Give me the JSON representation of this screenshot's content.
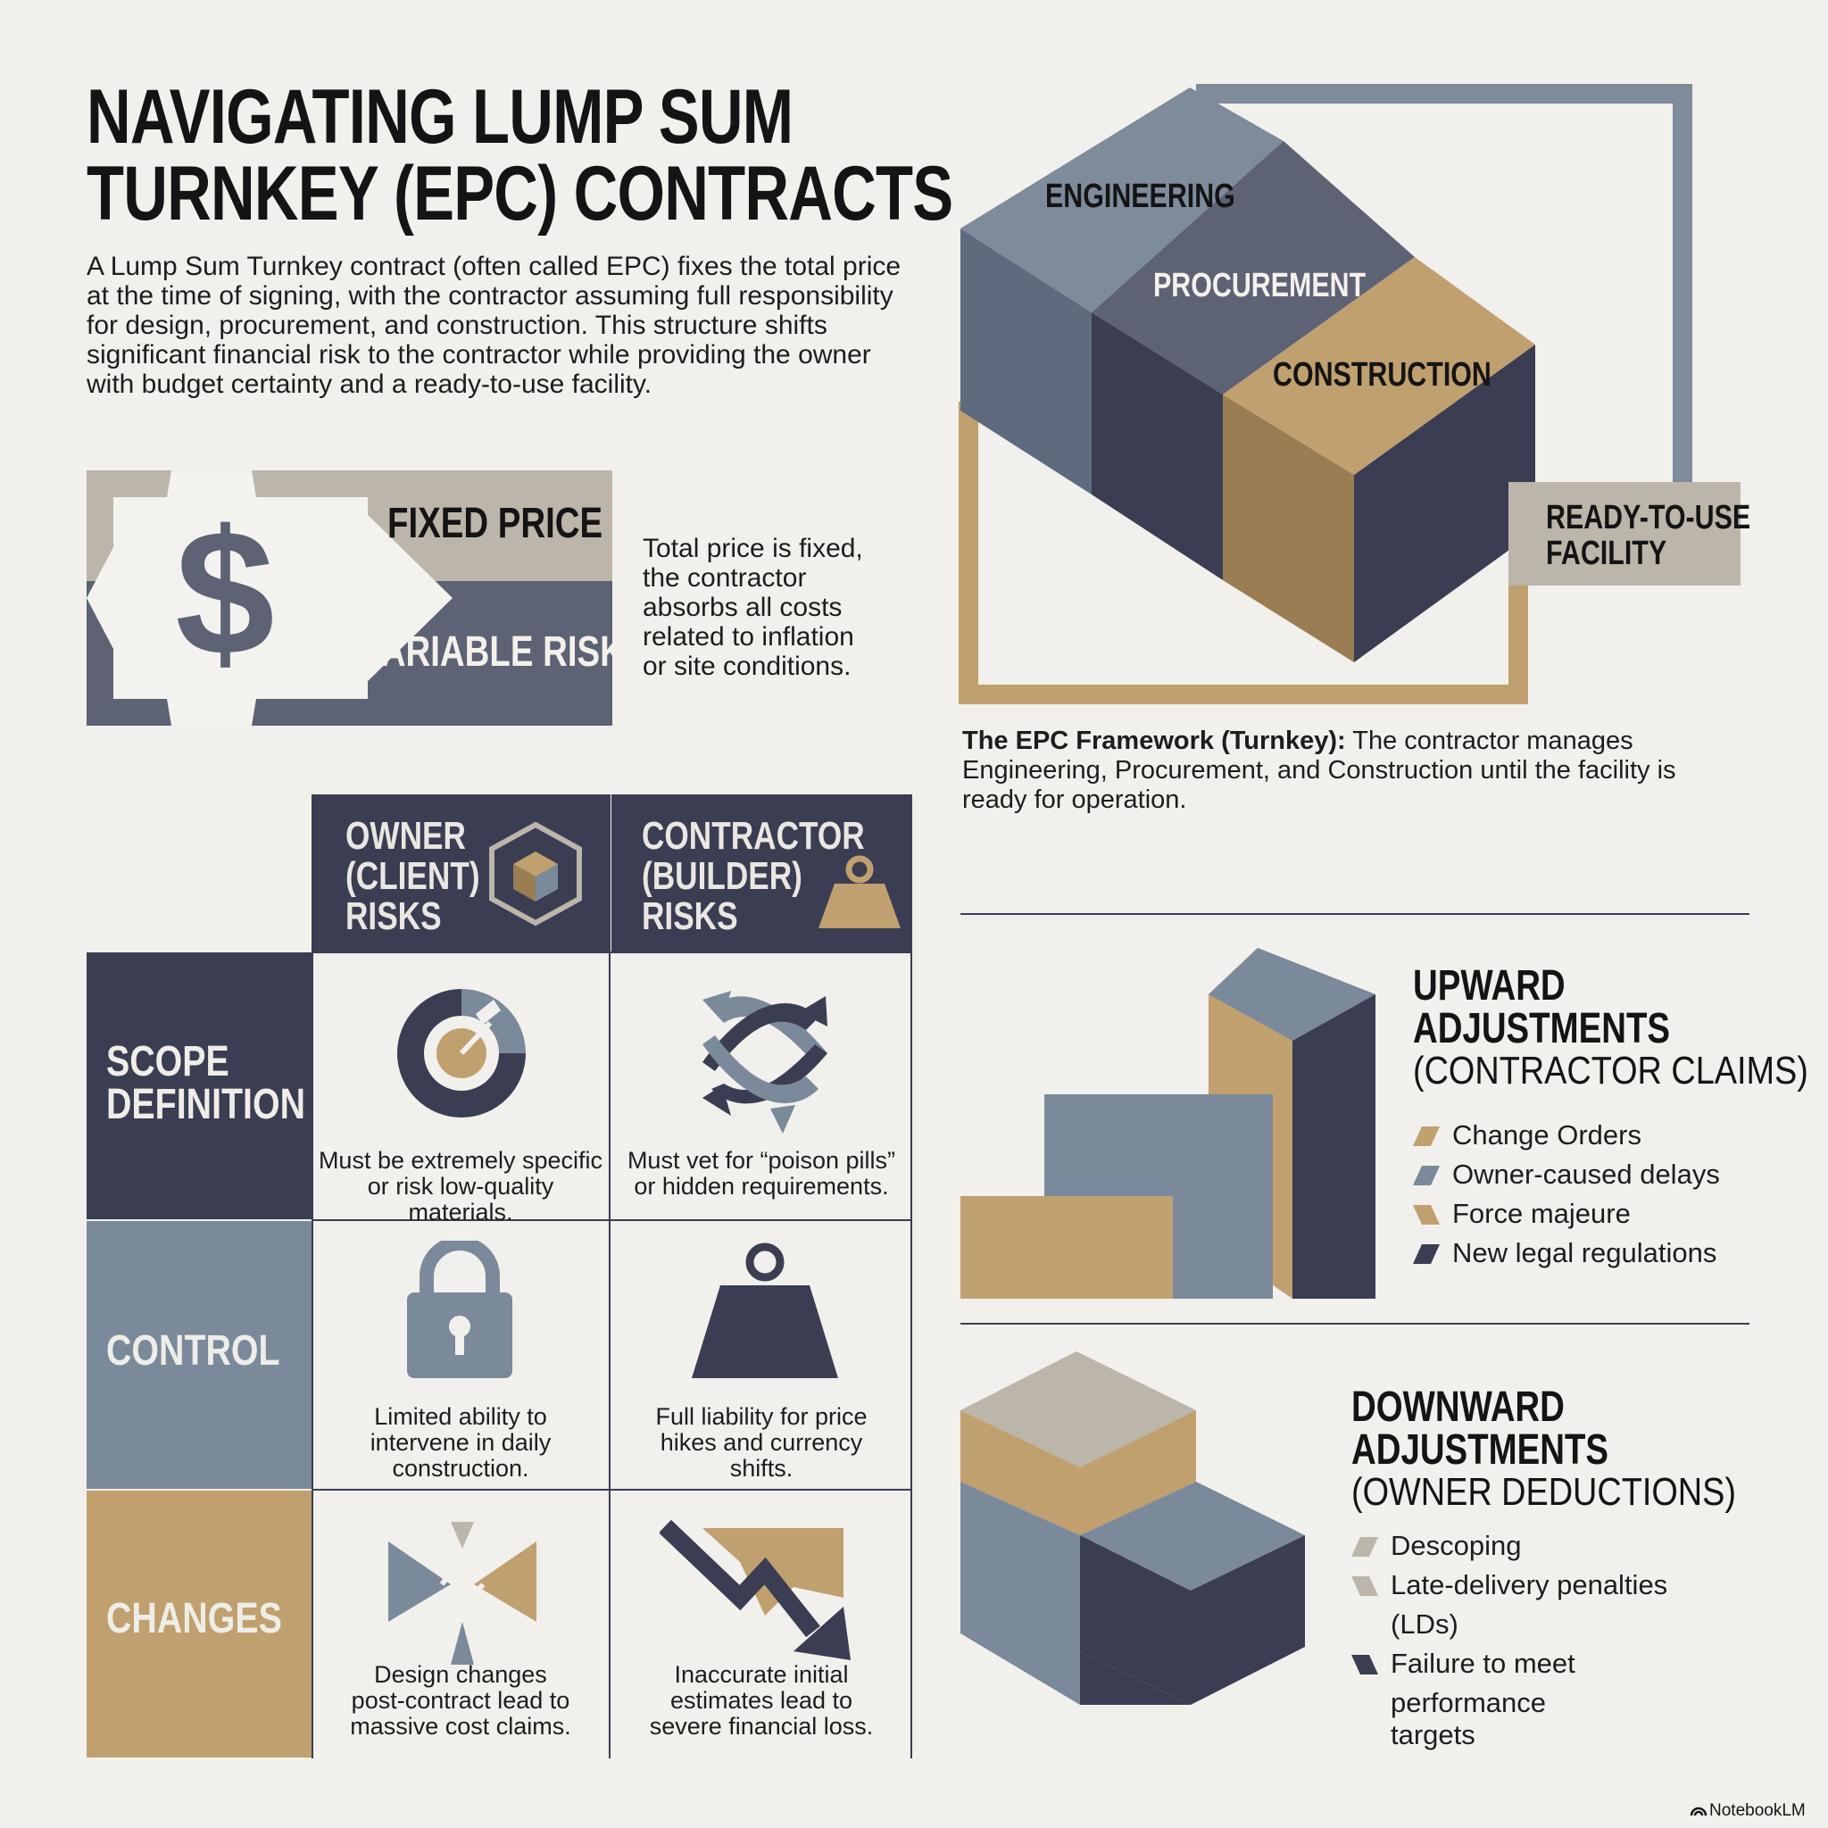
{
  "title": {
    "line1": "NAVIGATING LUMP SUM",
    "line2": "TURNKEY (EPC) CONTRACTS"
  },
  "intro": "A Lump Sum Turnkey contract (often called EPC) fixes the total price at the time of signing, with the contractor assuming full responsibility for design, procurement, and construction. This structure shifts significant financial risk to the contractor while providing the owner with budget certainty and a ready-to-use facility.",
  "price_block": {
    "fixed_label": "FIXED PRICE",
    "variable_label": "VARIABLE RISK",
    "symbol": "$",
    "description": [
      "Total price is fixed,",
      "the contractor",
      "absorbs all costs",
      "related to inflation",
      "or site conditions."
    ]
  },
  "epc": {
    "engineering": "ENGINEERING",
    "procurement": "PROCUREMENT",
    "construction": "CONSTRUCTION",
    "facility": [
      "READY-TO-USE",
      "FACILITY"
    ],
    "caption_bold": "The EPC Framework (Turnkey):",
    "caption_text": " The contractor manages Engineering, Procurement, and Construction until the facility is ready for operation."
  },
  "matrix": {
    "col_owner": [
      "OWNER",
      "(CLIENT)",
      "RISKS"
    ],
    "col_contractor": [
      "CONTRACTOR",
      "(BUILDER)",
      "RISKS"
    ],
    "rows": [
      {
        "label": [
          "SCOPE",
          "DEFINITION"
        ],
        "owner": [
          "Must be extremely specific",
          "or risk low-quality materials."
        ],
        "contractor": [
          "Must vet for “poison pills”",
          "or hidden requirements."
        ]
      },
      {
        "label": [
          "CONTROL"
        ],
        "owner": [
          "Limited ability to",
          "intervene in daily",
          "construction."
        ],
        "contractor": [
          "Full liability for price",
          "hikes and currency",
          "shifts."
        ]
      },
      {
        "label": [
          "CHANGES"
        ],
        "owner": [
          "Design changes",
          "post-contract lead to",
          "massive cost claims."
        ],
        "contractor": [
          "Inaccurate initial",
          "estimates lead to",
          "severe financial loss."
        ]
      }
    ]
  },
  "upward": {
    "title": [
      "UPWARD",
      "ADJUSTMENTS"
    ],
    "subtitle": "(CONTRACTOR CLAIMS)",
    "items": [
      "Change Orders",
      "Owner-caused delays",
      "Force majeure",
      "New legal regulations"
    ]
  },
  "downward": {
    "title": [
      "DOWNWARD",
      "ADJUSTMENTS"
    ],
    "subtitle": "(OWNER DEDUCTIONS)",
    "items": [
      "Descoping",
      "Late-delivery penalties (LDs)",
      "Failure to meet performance",
      "targets"
    ]
  },
  "watermark": "NotebookLM",
  "colors": {
    "navy": "#3b3d52",
    "slate": "#7b8a9b",
    "tan": "#c0a06f",
    "stone": "#bcb5aa",
    "bg": "#f1f0ec"
  }
}
